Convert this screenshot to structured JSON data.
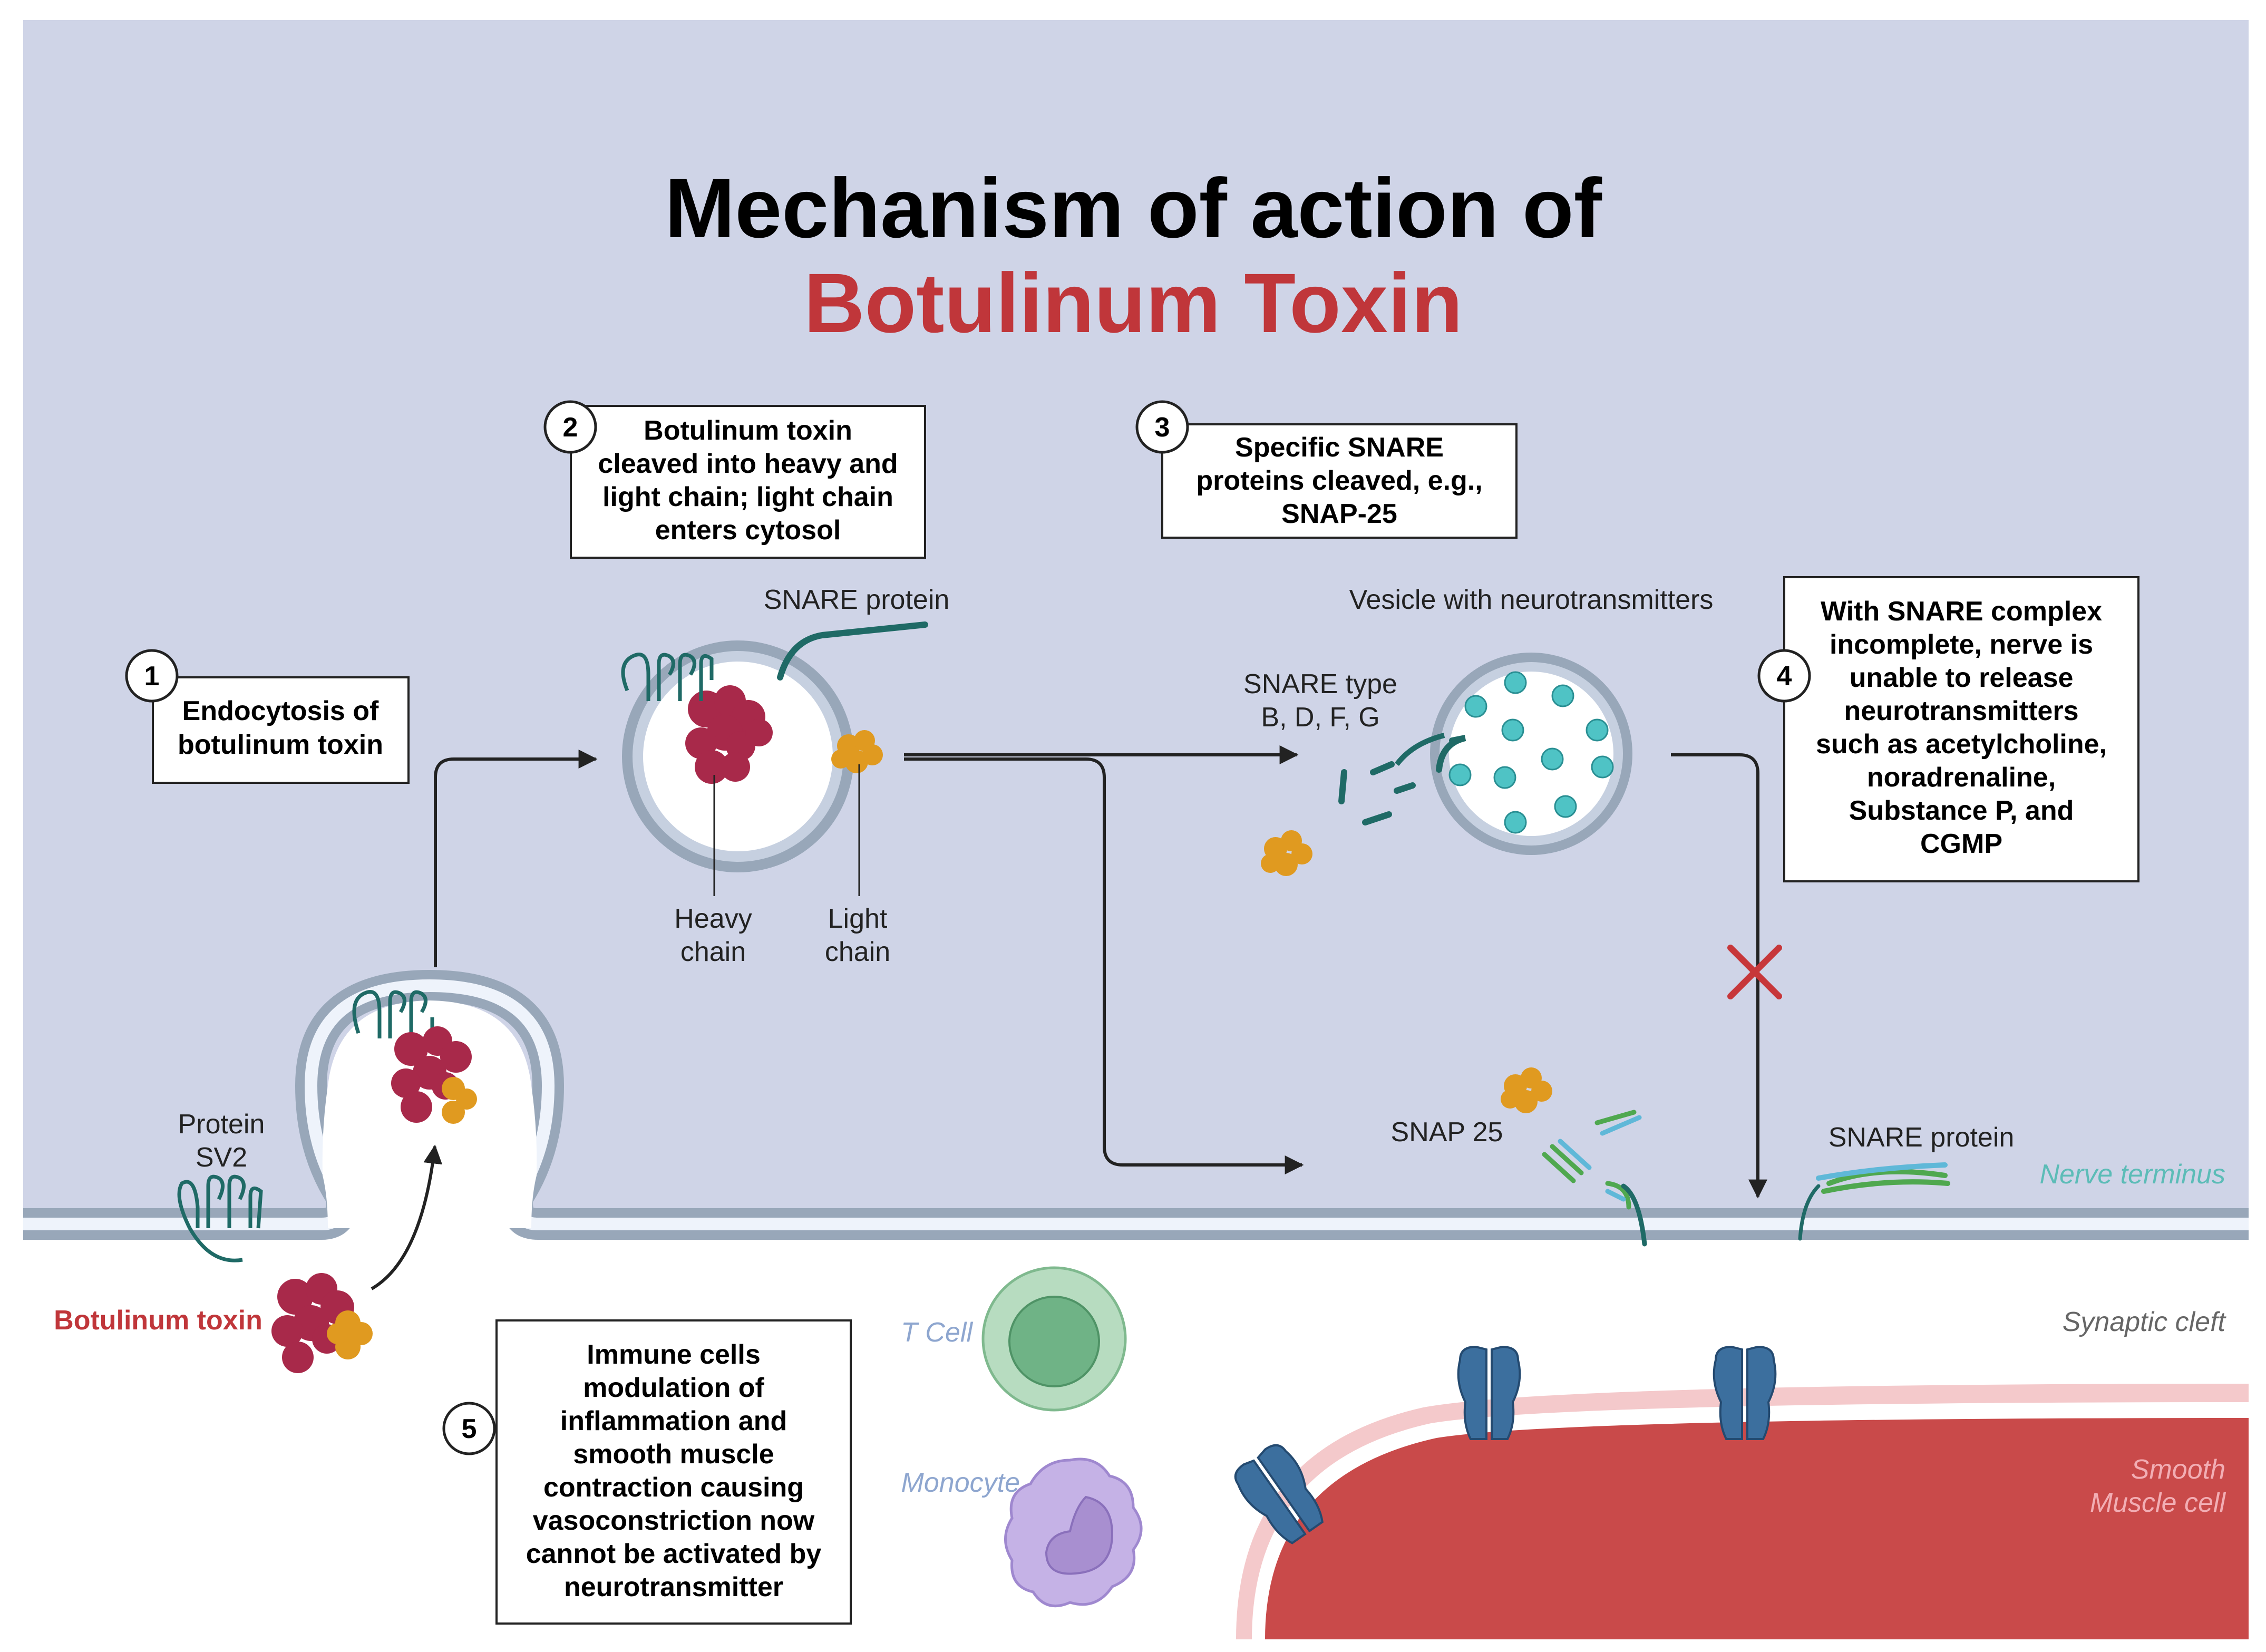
{
  "title": {
    "line1": "Mechanism of action of",
    "line2": "Botulinum Toxin"
  },
  "steps": [
    {
      "number": "1",
      "lines": [
        "Endocytosis of",
        "botulinum toxin"
      ]
    },
    {
      "number": "2",
      "lines": [
        "Botulinum toxin",
        "cleaved into heavy and",
        "light chain; light chain",
        "enters cytosol"
      ]
    },
    {
      "number": "3",
      "lines": [
        "Specific SNARE",
        "proteins cleaved, e.g.,",
        "SNAP-25"
      ]
    },
    {
      "number": "4",
      "lines": [
        "With SNARE complex",
        "incomplete, nerve is",
        "unable to release",
        "neurotransmitters",
        "such as acetylcholine,",
        "noradrenaline,",
        "Substance P, and",
        "CGMP"
      ]
    },
    {
      "number": "5",
      "lines": [
        "Immune cells",
        "modulation of",
        "inflammation and",
        "smooth muscle",
        "contraction causing",
        "vasoconstriction now",
        "cannot be activated by",
        "neurotransmitter"
      ]
    }
  ],
  "labels": {
    "snare_protein_top": "SNARE protein",
    "heavy_chain": [
      "Heavy",
      "chain"
    ],
    "light_chain": [
      "Light",
      "chain"
    ],
    "vesicle": "Vesicle with neurotransmitters",
    "snare_type": [
      "SNARE type",
      "B, D, F, G"
    ],
    "protein_sv2": [
      "Protein",
      "SV2"
    ],
    "botulinum_toxin": "Botulinum toxin",
    "snap25": "SNAP 25",
    "snare_protein_bottom": "SNARE protein",
    "nerve_terminus": "Nerve terminus",
    "synaptic_cleft": "Synaptic cleft",
    "t_cell": "T Cell",
    "monocyte": "Monocyte",
    "smooth_muscle": [
      "Smooth",
      "Muscle cell"
    ]
  },
  "colors": {
    "nerve_bg": "#cfd4e7",
    "membrane": "#98a7b9",
    "membrane_light": "#eef3fb",
    "title_accent": "#c0363a",
    "toxin_heavy": "#a8294a",
    "toxin_light": "#e09a20",
    "snare_teal": "#1f6a66",
    "neurotransmitter": "#4fc3c5",
    "muscle": "#c94a4a",
    "muscle_membrane": "#f4c9cb",
    "channel": "#3c6f9e",
    "tcell_outer": "#b7dcc0",
    "tcell_inner": "#6fb386",
    "monocyte": "#c5b2e6",
    "monocyte_nucleus": "#a88fd0",
    "cross": "#c7373a",
    "nerve_label": "#5cbcb7",
    "cleft_label": "#666666",
    "immune_label": "#8ea6cf",
    "muscle_label": "#f2aeb4"
  }
}
